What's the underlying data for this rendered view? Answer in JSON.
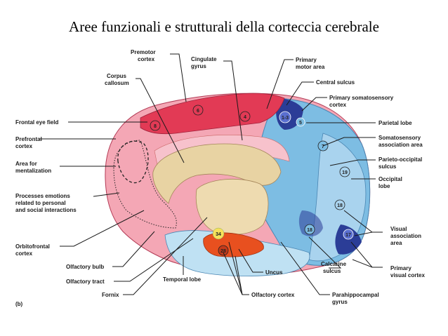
{
  "title": "Aree funzionali e strutturali della corteccia cerebrale",
  "panel_letter": "(b)",
  "labels": {
    "premotor_1": "Premotor",
    "premotor_2": "cortex",
    "cingulate_1": "Cingulate",
    "cingulate_2": "gyrus",
    "primary_motor_1": "Primary",
    "primary_motor_2": "motor area",
    "corpus_1": "Corpus",
    "corpus_2": "callosum",
    "central_sulcus": "Central sulcus",
    "prim_somato_1": "Primary somatosensory",
    "prim_somato_2": "cortex",
    "frontal_eye": "Frontal eye field",
    "parietal_lobe": "Parietal lobe",
    "prefrontal_1": "Prefrontal",
    "prefrontal_2": "cortex",
    "somato_assoc_1": "Somatosensory",
    "somato_assoc_2": "association area",
    "parieto_occ_1": "Parieto-occipital",
    "parieto_occ_2": "sulcus",
    "mentalization_1": "Area for",
    "mentalization_2": "mentalization",
    "occipital_1": "Occipital",
    "occipital_2": "lobe",
    "emotions_1": "Processes emotions",
    "emotions_2": "related to personal",
    "emotions_3": "and social interactions",
    "visual_assoc_1": "Visual",
    "visual_assoc_2": "association",
    "visual_assoc_3": "area",
    "orbitofrontal_1": "Orbitofrontal",
    "orbitofrontal_2": "cortex",
    "olfactory_bulb": "Olfactory bulb",
    "calcarine_1": "Calcarine",
    "calcarine_2": "sulcus",
    "primary_visual_1": "Primary",
    "primary_visual_2": "visual cortex",
    "olfactory_tract": "Olfactory tract",
    "temporal_lobe": "Temporal lobe",
    "uncus": "Uncus",
    "fornix": "Fornix",
    "olfactory_cortex": "Olfactory cortex",
    "parahippo_1": "Parahippocampal",
    "parahippo_2": "gyrus"
  },
  "area_numbers": {
    "a6": "6",
    "a4": "4",
    "a8": "8",
    "a13": "1-3",
    "a5": "5",
    "a7": "7",
    "a19a": "19",
    "a18a": "18",
    "a18b": "18",
    "a17": "17",
    "a34": "34",
    "a28": "28"
  },
  "colors": {
    "frontal_pink": "#f4a7b5",
    "frontal_red": "#e23a55",
    "parietal_blue": "#7dbde3",
    "occipital_blue": "#a9d3ee",
    "dark_blue": "#2b3d97",
    "diencephalon_tan": "#e8d3a3",
    "olfactory_orange": "#e8501f",
    "temporal_lightblue": "#bfe1f3"
  }
}
